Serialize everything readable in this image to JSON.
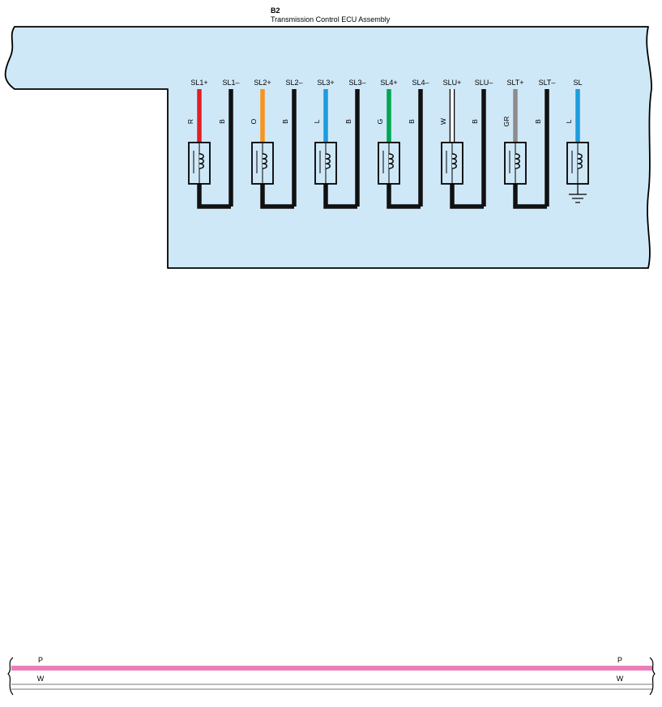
{
  "component": {
    "code": "B2",
    "name": "Transmission Control ECU Assembly"
  },
  "colors": {
    "ecu_fill": "#cfe8f8",
    "ecu_stroke": "#000000",
    "R": "#e21f26",
    "O": "#f7941d",
    "L": "#1e9bdc",
    "G": "#00a650",
    "W": "#ffffff",
    "GR": "#8c8c8c",
    "B": "#111111",
    "P": "#ea7fb8"
  },
  "solenoids": [
    {
      "pos_pin": "SL1+",
      "pos_wire": "R",
      "neg_pin": "SL1–",
      "neg_wire": "B"
    },
    {
      "pos_pin": "SL2+",
      "pos_wire": "O",
      "neg_pin": "SL2–",
      "neg_wire": "B"
    },
    {
      "pos_pin": "SL3+",
      "pos_wire": "L",
      "neg_pin": "SL3–",
      "neg_wire": "B"
    },
    {
      "pos_pin": "SL4+",
      "pos_wire": "G",
      "neg_pin": "SL4–",
      "neg_wire": "B"
    },
    {
      "pos_pin": "SLU+",
      "pos_wire": "W",
      "neg_pin": "SLU–",
      "neg_wire": "B"
    },
    {
      "pos_pin": "SLT+",
      "pos_wire": "GR",
      "neg_pin": "SLT–",
      "neg_wire": "B"
    }
  ],
  "grounded_solenoid": {
    "pin": "SL",
    "wire": "L"
  },
  "bottom_lines": [
    {
      "left_label": "P",
      "right_label": "P",
      "color_key": "P"
    },
    {
      "left_label": "W",
      "right_label": "W",
      "color_key": "W"
    }
  ]
}
